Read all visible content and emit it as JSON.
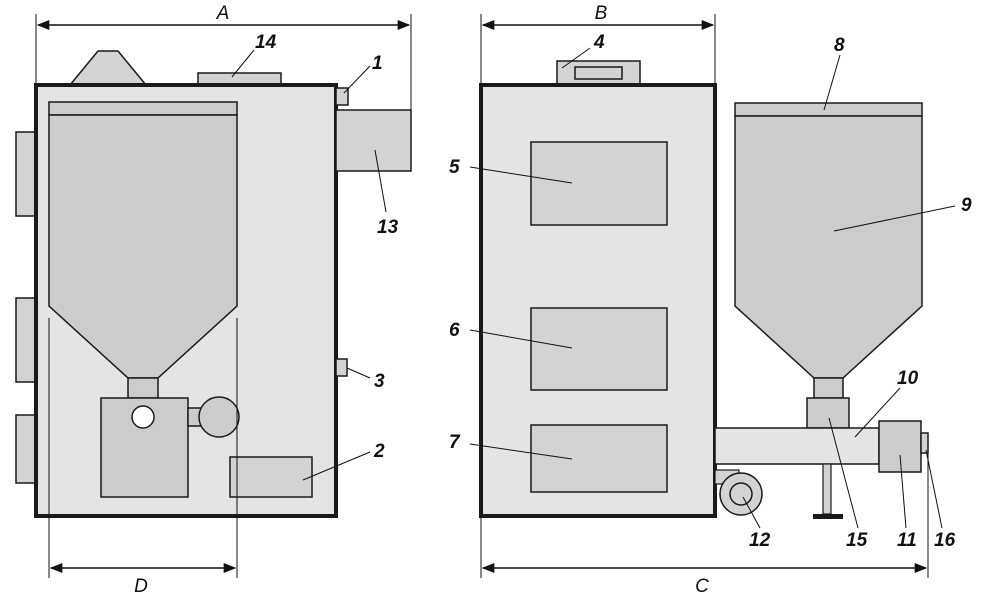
{
  "colors": {
    "body": "#e4e4e4",
    "hopper": "#cccccc",
    "part": "#d3d3d3",
    "stroke": "#1a1a1a"
  },
  "dimensions": {
    "A": "A",
    "B": "B",
    "C": "C",
    "D": "D"
  },
  "labels": {
    "1": "1",
    "2": "2",
    "3": "3",
    "4": "4",
    "5": "5",
    "6": "6",
    "7": "7",
    "8": "8",
    "9": "9",
    "10": "10",
    "11": "11",
    "12": "12",
    "13": "13",
    "14": "14",
    "15": "15",
    "16": "16"
  }
}
